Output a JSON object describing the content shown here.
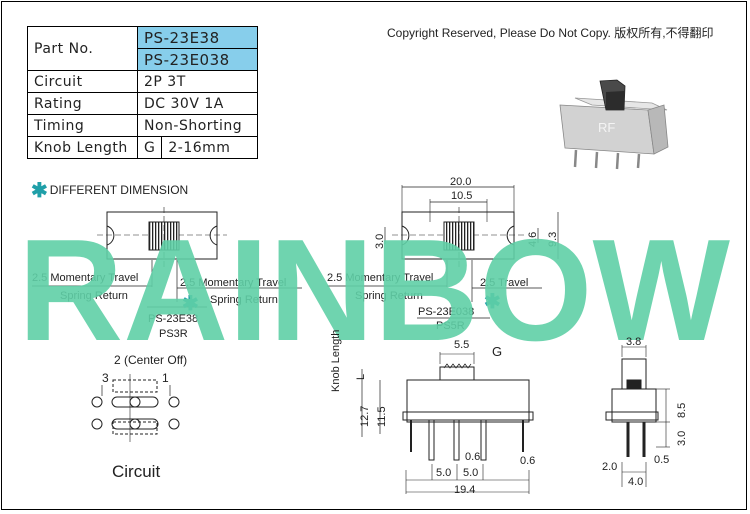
{
  "copyright": "Copyright Reserved, Please Do Not Copy. 版权所有,不得翻印",
  "spec_table": {
    "part_no_label": "Part No.",
    "part_numbers": [
      "PS-23E38",
      "PS-23E038"
    ],
    "circuit_label": "Circuit",
    "circuit_value": "2P 3T",
    "rating_label": "Rating",
    "rating_value": "DC 30V 1A",
    "timing_label": "Timing",
    "timing_value": "Non-Shorting",
    "knob_label": "Knob Length",
    "knob_code": "G",
    "knob_value": "2-16mm"
  },
  "diff_note": {
    "star": "✱",
    "text": "DIFFERENT DIMENSION"
  },
  "watermark": {
    "text": "RAINBOW",
    "color": "#5fcfa6"
  },
  "product_image": {
    "logo": "RF"
  },
  "left_view": {
    "travel_left": "2.5 Momentary Travel",
    "spring_left": "Spring Return",
    "travel_right": "2.5 Momentary Travel",
    "spring_right": "Spring Return",
    "model": "PS-23E38",
    "code": "PS3R"
  },
  "right_view": {
    "dim_width": "20.0",
    "dim_inner": "10.5",
    "dim_left_h": "3.0",
    "dim_right_h1": "4.6",
    "dim_right_h2": "9.3",
    "travel_left": "2.5 Momentary Travel",
    "spring_left": "Spring Return",
    "travel_right": "2.5 Travel",
    "model": "PS-23E038",
    "code": "PS5R"
  },
  "circuit_diagram": {
    "position_label": "2 (Center Off)",
    "pos3": "3",
    "pos1": "1",
    "title": "Circuit"
  },
  "front_view": {
    "knob_label": "Knob Length",
    "knob_l": "L",
    "dim_knob_width": "5.5",
    "dim_g": "G",
    "dim_h1": "12.7",
    "dim_h2": "11.5",
    "dim_pin1": "0.6",
    "dim_pin2": "0.6",
    "dim_pitch1": "5.0",
    "dim_pitch2": "5.0",
    "dim_total": "19.4"
  },
  "side_view": {
    "dim_top": "3.8",
    "dim_h1": "8.5",
    "dim_h2": "3.0",
    "dim_left": "2.0",
    "dim_pin": "0.5",
    "dim_bottom": "4.0"
  },
  "colors": {
    "teal_star": "#1f9fa8",
    "part_bg": "#87ceeb"
  }
}
